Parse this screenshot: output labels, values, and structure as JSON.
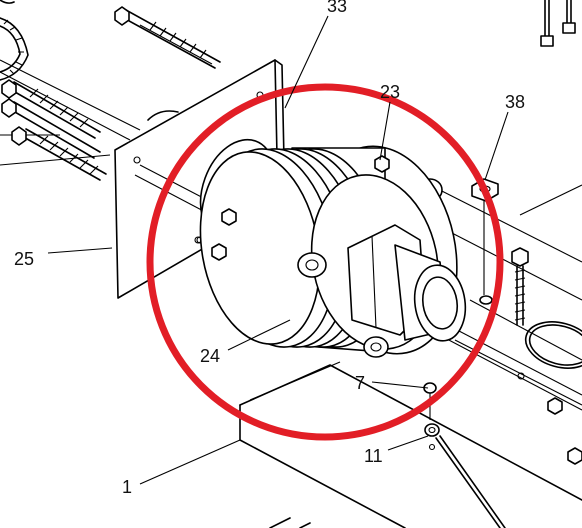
{
  "callouts": {
    "c33": "33",
    "c23": "23",
    "c38": "38",
    "c25": "25",
    "c24": "24",
    "c7": "7",
    "c11": "11",
    "c1": "1"
  },
  "highlight": {
    "color": "#e21e26"
  }
}
